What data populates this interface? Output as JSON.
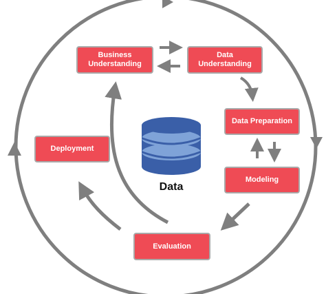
{
  "diagram": {
    "center_label": "Data",
    "phases": {
      "business_understanding": [
        "Business",
        "Understanding"
      ],
      "data_understanding": [
        "Data",
        "Understanding"
      ],
      "data_preparation": "Data Preparation",
      "modeling": "Modeling",
      "evaluation": "Evaluation",
      "deployment": "Deployment"
    },
    "colors": {
      "box_fill": "#ef4b55",
      "box_border": "#a9a9a9",
      "arrow": "#7f7f7f",
      "database": "#3a5fa8"
    },
    "icons": {
      "center": "database-icon"
    }
  }
}
